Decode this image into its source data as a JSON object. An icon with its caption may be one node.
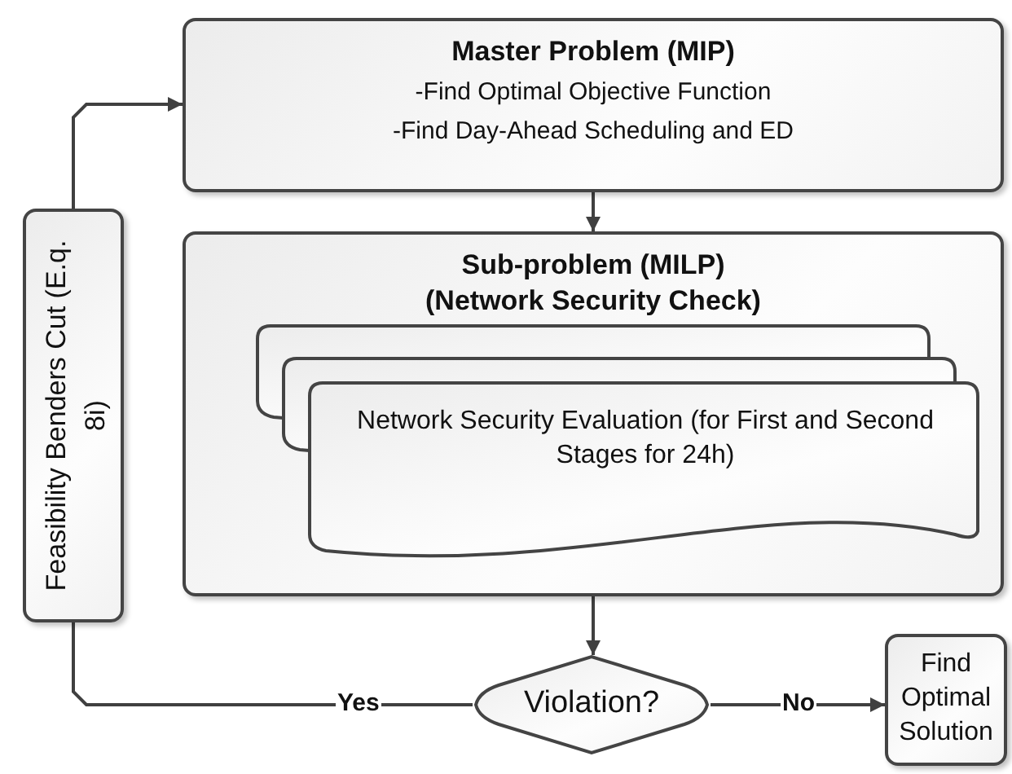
{
  "diagram": {
    "nodes": [
      {
        "text": [
          "Master Problem (MIP)",
          "-Find Optimal Objective Function",
          "-Find  Day-Ahead Scheduling and ED"
        ]
      },
      {
        "text": [
          "Sub-problem (MILP)",
          "(Network Security Check)"
        ]
      },
      {
        "text": [
          "Network Security Evaluation (for First and Second Stages for 24h)"
        ],
        "in": 1
      },
      {
        "text": [
          "Feasibility Benders Cut (E.q. 8i)"
        ]
      },
      {
        "text": [
          "Violation?"
        ]
      },
      {
        "text": [
          "Find Optimal Solution"
        ]
      }
    ],
    "edges": [
      {
        "from": 0,
        "to": 1,
        "arrow": "to"
      },
      {
        "from": 1,
        "to": 4,
        "arrow": "to"
      },
      {
        "from": 4,
        "to": 3,
        "arrow": "none",
        "label": "Yes"
      },
      {
        "from": 4,
        "to": 5,
        "arrow": "to",
        "label": "No"
      },
      {
        "from": 3,
        "to": 0,
        "arrow": "to"
      }
    ]
  }
}
